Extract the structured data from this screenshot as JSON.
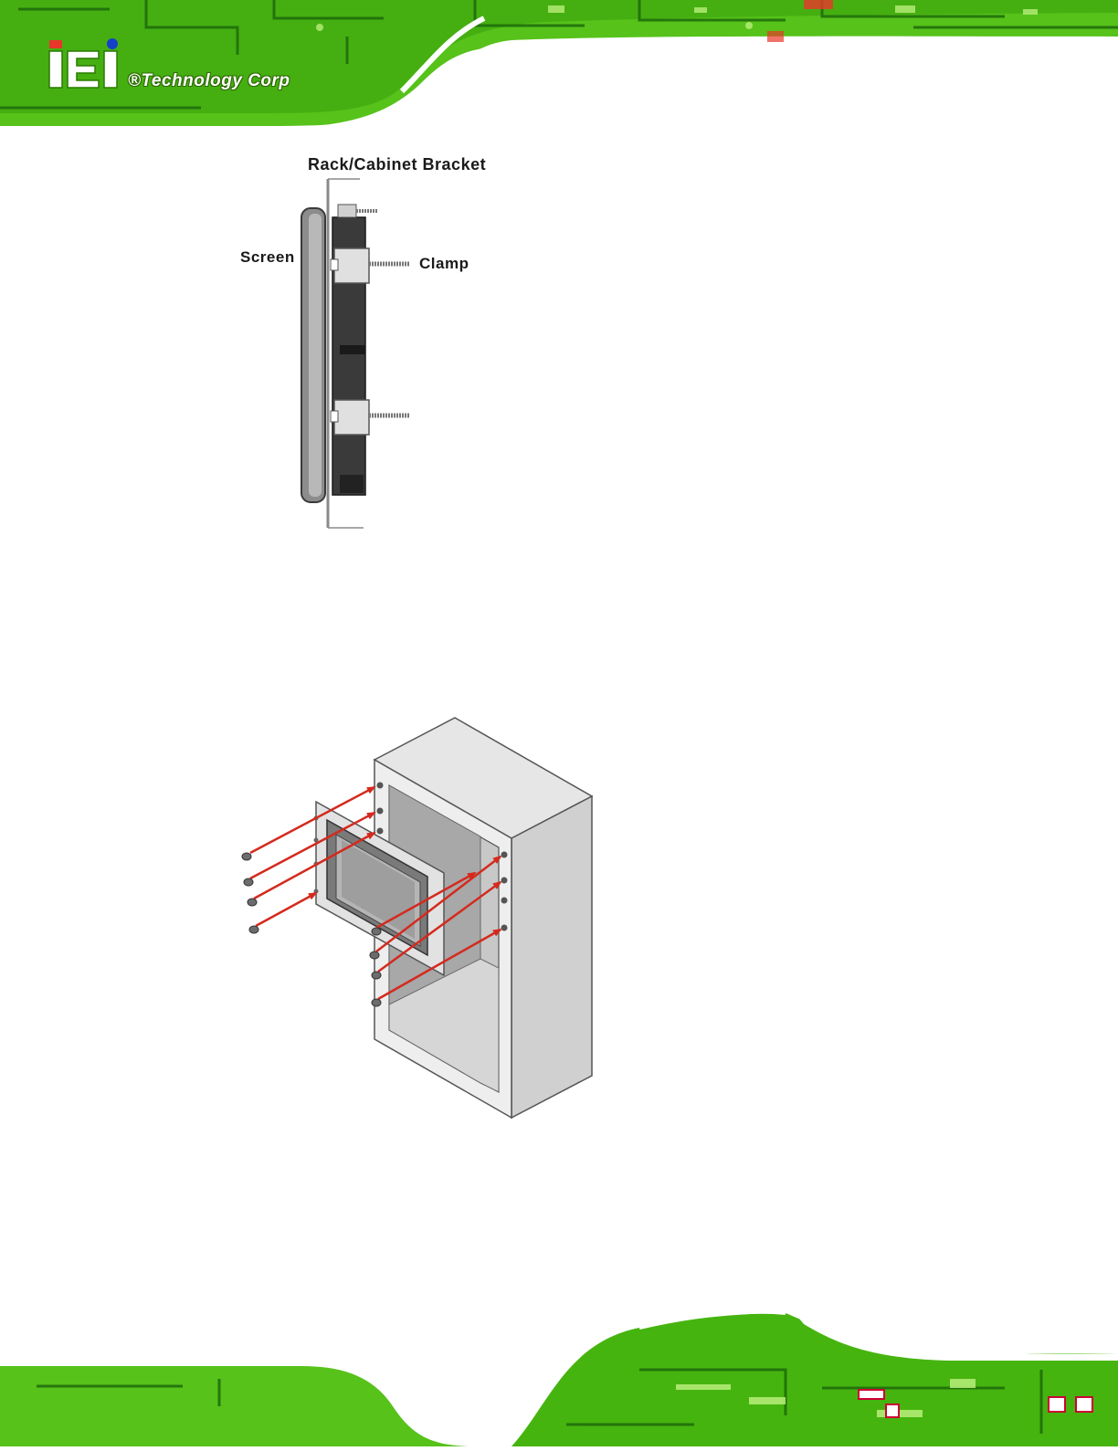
{
  "header": {
    "logo_text": "iEi",
    "brand_name": "®Technology Corp"
  },
  "figure_side": {
    "label_bracket": "Rack/Cabinet Bracket",
    "label_screen": "Screen",
    "label_clamp": "Clamp"
  },
  "figure_cabinet": {},
  "colors": {
    "circuit_green": "#5ec81a",
    "circuit_dark": "#1f6e0a",
    "arrow_red": "#d42a1e",
    "panel_grey": "#d8d8d8"
  }
}
